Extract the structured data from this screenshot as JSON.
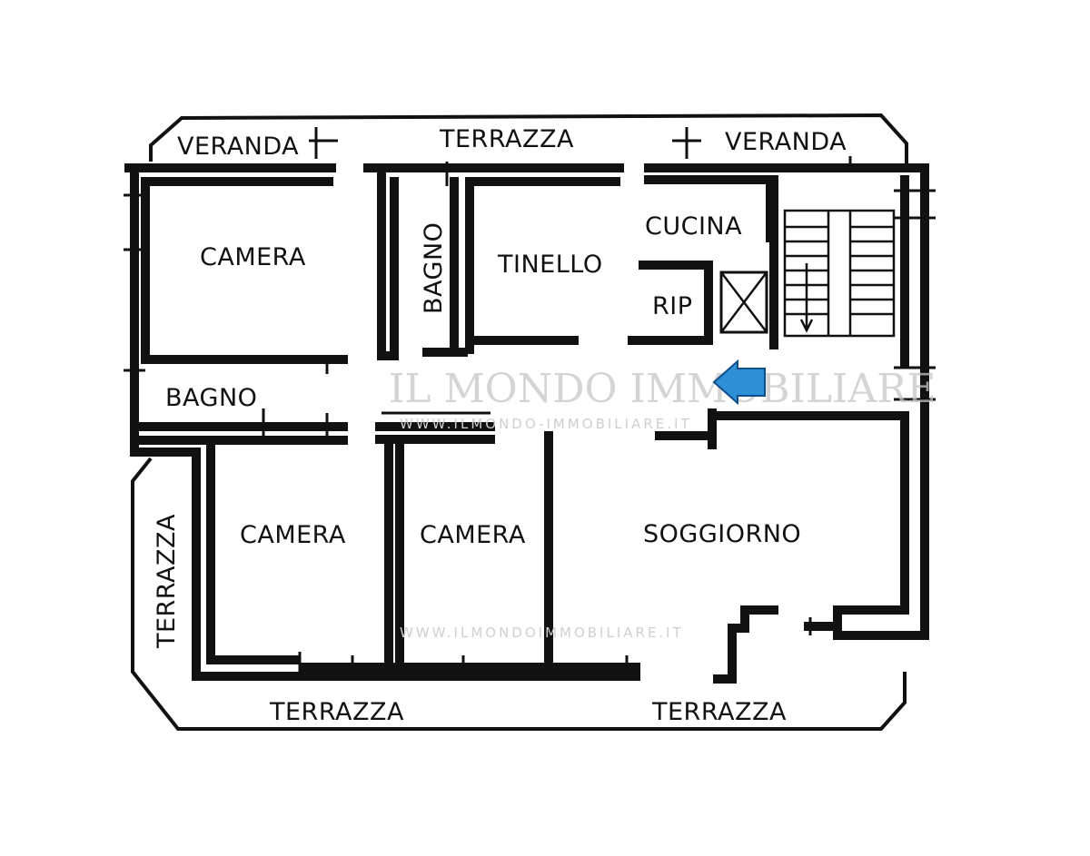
{
  "rooms": {
    "veranda_left": "VERANDA",
    "terrazza_top": "TERRAZZA",
    "veranda_right": "VERANDA",
    "camera_top_left": "CAMERA",
    "bagno_vertical": "BAGNO",
    "tinello": "TINELLO",
    "cucina": "CUCINA",
    "rip": "RIP",
    "bagno_left": "BAGNO",
    "terrazza_left": "TERRAZZA",
    "camera_bottom_left": "CAMERA",
    "camera_bottom_mid": "CAMERA",
    "soggiorno": "SOGGIORNO",
    "terrazza_bottom_left": "TERRAZZA",
    "terrazza_bottom_right": "TERRAZZA"
  },
  "watermark": {
    "main": "IL MONDO IMMOBILIARE",
    "url_1": "WWW.ILMONDO-IMMOBILIARE.IT",
    "url_2": "WWW.ILMONDOIMMOBILIARE.IT"
  },
  "colors": {
    "wall": "#111111",
    "entrance_arrow": "#2e8fd6",
    "background": "#ffffff"
  },
  "icons": {
    "entrance": "entrance-arrow-icon",
    "stairs": "staircase-icon",
    "elevator": "elevator-shaft-icon"
  }
}
